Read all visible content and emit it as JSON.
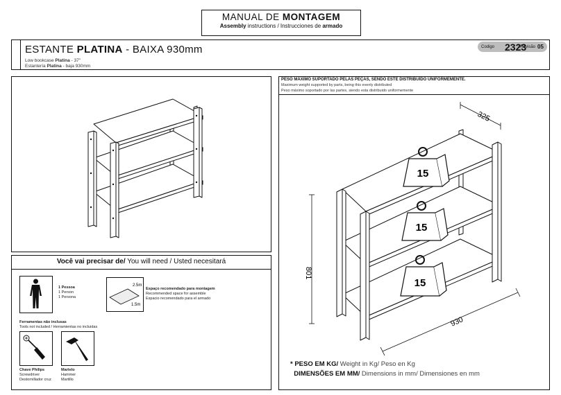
{
  "header": {
    "title_part1": "MANUAL DE ",
    "title_part2": "MONTAGEM",
    "subtitle_bold1": "Assembly",
    "subtitle_mid": " instructions  /  Instrucciones de ",
    "subtitle_bold2": "armado"
  },
  "product": {
    "name_part1": "ESTANTE ",
    "name_part2": "PLATINA",
    "name_part3": " - BAIXA 930mm",
    "en_part1": "Low bookcase ",
    "en_part2": "Platina",
    "en_part3": " - 37\"",
    "es_part1": "Estantería ",
    "es_part2": "Platina",
    "es_part3": " - baja 930mm",
    "code_label": "Codigo",
    "code_value": "2323",
    "rev_label": "/ Revisão",
    "rev_value": "05"
  },
  "need": {
    "title_bold": "Você vai precisar de/",
    "title_rest": " You will need / Usted necesitará",
    "people_pt": "1 Pessoa",
    "people_en": "1 Person",
    "people_es": "1 Persona",
    "space_pt": "Espaço recomendado para montagem",
    "space_en": "Recommended space for assemble",
    "space_es": "Espacio recomendado para el armado",
    "space_w": "2.5m",
    "space_h": "1.5m",
    "tools_pt": "Ferramentas não inclusas",
    "tools_en": "Tools not included / Herramientas no incluidas",
    "tool1_pt": "Chave Philips",
    "tool1_en": "Screwdriver",
    "tool1_es": "Destornillador cruz",
    "tool2_pt": "Martelo",
    "tool2_en": "Hammer",
    "tool2_es": "Martillo"
  },
  "load": {
    "warning_pt": "PESO MÁXIMO SUPORTADO PELAS PEÇAS, SENDO ESTE DISTRIBUÍDO UNIFORMEMENTE.",
    "warning_en": "Maximum weight supported by parts, being this evenly distributed",
    "warning_es": "Peso máximo soportado por las partes, siendo esta distribuido uniformemente",
    "weights": [
      "15",
      "15",
      "15"
    ],
    "dim_depth": "325",
    "dim_height": "801",
    "dim_width": "930",
    "legend1_bold": "* PESO EM KG/",
    "legend1_rest": " Weight in Kg/ Peso en Kg",
    "legend2_bold": "DIMENSÕES EM MM/",
    "legend2_rest": " Dimensions in mm/ Dimensiones en mm"
  }
}
